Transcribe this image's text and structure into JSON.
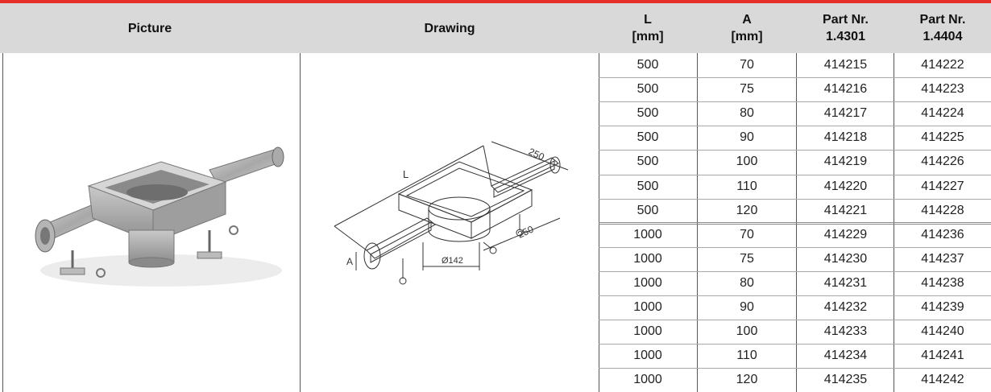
{
  "headers": {
    "picture": "Picture",
    "drawing": "Drawing",
    "l_line1": "L",
    "l_line2": "[mm]",
    "a_line1": "A",
    "a_line2": "[mm]",
    "p1_line1": "Part Nr.",
    "p1_line2": "1.4301",
    "p2_line1": "Part Nr.",
    "p2_line2": "1.4404"
  },
  "drawing_labels": {
    "l": "L",
    "a": "A",
    "w1": "250",
    "w2": "250",
    "dia": "Ø142"
  },
  "rows": [
    {
      "l": "500",
      "a": "70",
      "p1": "414215",
      "p2": "414222"
    },
    {
      "l": "500",
      "a": "75",
      "p1": "414216",
      "p2": "414223"
    },
    {
      "l": "500",
      "a": "80",
      "p1": "414217",
      "p2": "414224"
    },
    {
      "l": "500",
      "a": "90",
      "p1": "414218",
      "p2": "414225"
    },
    {
      "l": "500",
      "a": "100",
      "p1": "414219",
      "p2": "414226"
    },
    {
      "l": "500",
      "a": "110",
      "p1": "414220",
      "p2": "414227"
    },
    {
      "l": "500",
      "a": "120",
      "p1": "414221",
      "p2": "414228"
    },
    {
      "l": "1000",
      "a": "70",
      "p1": "414229",
      "p2": "414236"
    },
    {
      "l": "1000",
      "a": "75",
      "p1": "414230",
      "p2": "414237"
    },
    {
      "l": "1000",
      "a": "80",
      "p1": "414231",
      "p2": "414238"
    },
    {
      "l": "1000",
      "a": "90",
      "p1": "414232",
      "p2": "414239"
    },
    {
      "l": "1000",
      "a": "100",
      "p1": "414233",
      "p2": "414240"
    },
    {
      "l": "1000",
      "a": "110",
      "p1": "414234",
      "p2": "414241"
    },
    {
      "l": "1000",
      "a": "120",
      "p1": "414235",
      "p2": "414242"
    }
  ],
  "colors": {
    "accent_bar": "#e5302a",
    "header_bg": "#d9d9d9"
  }
}
